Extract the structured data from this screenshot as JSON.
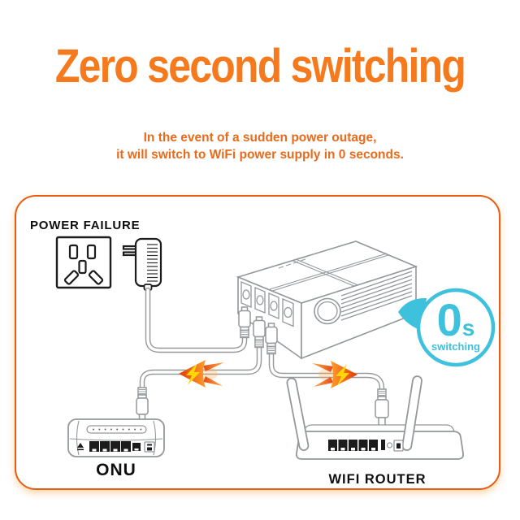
{
  "header": {
    "title": "Zero second switching",
    "subtitle_lines": [
      "In the event of a sudden power outage,",
      "it will switch to WiFi power supply in 0 seconds."
    ]
  },
  "diagram": {
    "power_failure_label": "POWER FAILURE",
    "onu_label": "ONU",
    "wifi_router_label": "WIFI ROUTER",
    "badge": {
      "zero": "0",
      "unit": "s",
      "caption": "switching"
    }
  },
  "colors": {
    "title_orange": "#f5791d",
    "subtitle_orange": "#e96a1a",
    "panel_border_orange": "#e85c12",
    "badge_cyan": "#3ec1dc",
    "arrow_orange_dark": "#e03a04",
    "arrow_orange_light": "#ff9d2e",
    "bolt_yellow": "#ffd60a",
    "lineart_gray": "#93989b",
    "device_ink": "#1c1c1c"
  },
  "icons": {
    "power-socket-icon": "wall outlet line-art",
    "power-adapter-icon": "wall power adapter line-art",
    "ups-device-icon": "mini UPS box line-art",
    "dc-plug-icon": "DC barrel plug line-art",
    "onu-device-icon": "ONU modem line-art",
    "wifi-router-icon": "two-antenna router line-art",
    "power-flow-arrow-icon": "flaming arrow with lightning bolt",
    "zero-seconds-badge-icon": "cyan circular speech bubble"
  }
}
